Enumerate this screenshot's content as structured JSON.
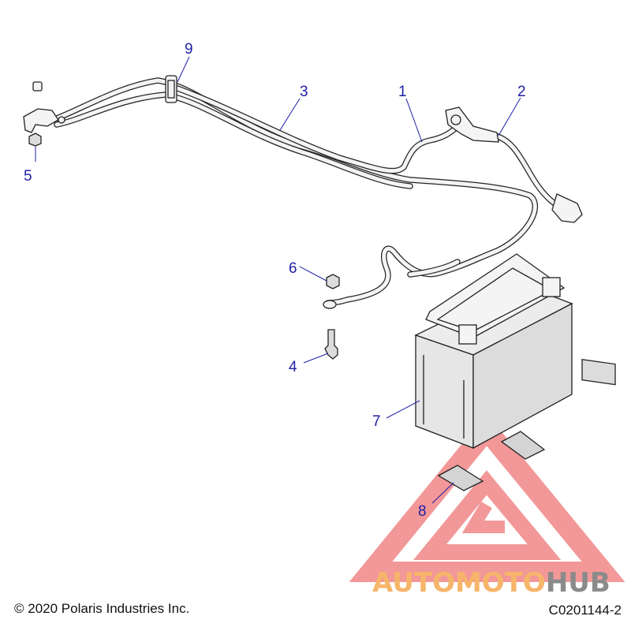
{
  "callouts": [
    {
      "label": "1"
    },
    {
      "label": "2"
    },
    {
      "label": "3"
    },
    {
      "label": "4"
    },
    {
      "label": "5"
    },
    {
      "label": "6"
    },
    {
      "label": "7"
    },
    {
      "label": "8"
    },
    {
      "label": "9"
    }
  ],
  "footer": {
    "copyright": "© 2020 Polaris Industries Inc.",
    "figure_id": "C0201144-2"
  },
  "watermark": {
    "brand_part1": "AUTOMOTO",
    "brand_part2": "HUB",
    "colors": {
      "primary": "#f07f7f",
      "orange": "#f6b56a",
      "gray": "#8a8a8a"
    }
  },
  "colors": {
    "callout": "#1f1fa8",
    "line": "#222222",
    "battery_fill": "#ececec"
  }
}
